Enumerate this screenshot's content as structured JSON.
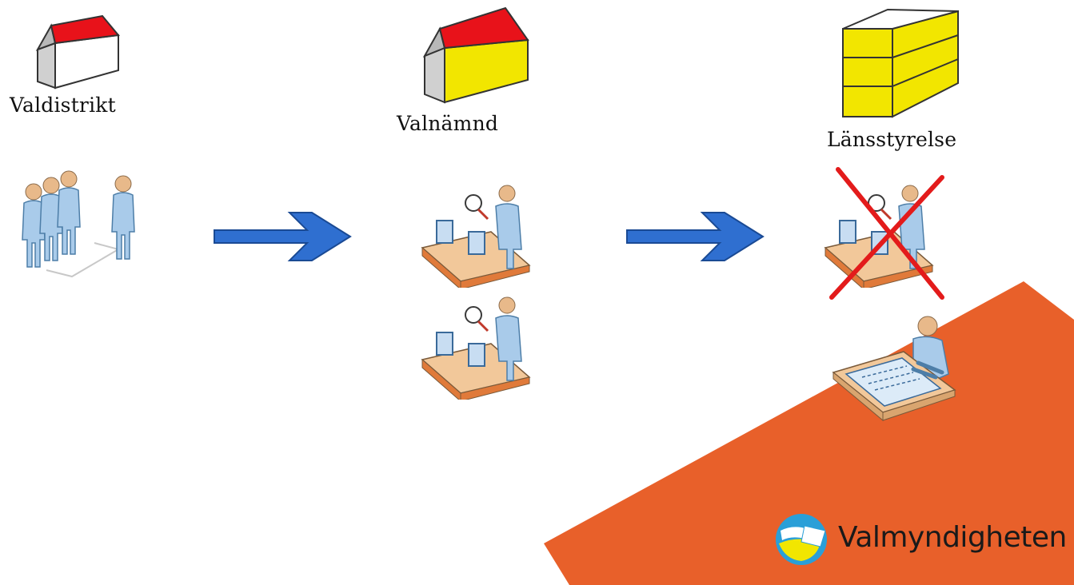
{
  "colors": {
    "background": "#ffffff",
    "accent_orange": "#E8602A",
    "arrow_blue": "#2F6FD0",
    "roof_red": "#E8121A",
    "wall_yellow": "#F2E600",
    "wall_grey": "#D4D4D4",
    "cross_red": "#E31B1B",
    "person_blue": "#A9CBEA",
    "person_skin": "#E8B98A"
  },
  "stages": [
    {
      "label": "Valdistrikt",
      "building_icon": "house-icon",
      "figure_icon": "voters-group-icon"
    },
    {
      "label": "Valnämnd",
      "building_icon": "office-building-icon",
      "figure_icon": "conveyor-counting-icon"
    },
    {
      "label": "Länsstyrelse",
      "building_icon": "stacked-building-icon",
      "figure_icon": "conveyor-counting-icon-crossed"
    }
  ],
  "flow_arrows": [
    "arrow-right-icon",
    "arrow-right-icon"
  ],
  "extra_icons": [
    "conveyor-counting-icon",
    "worker-at-desk-icon"
  ],
  "logo": {
    "text": "Valmyndigheten",
    "icon": "valmyndigheten-logo-icon"
  }
}
